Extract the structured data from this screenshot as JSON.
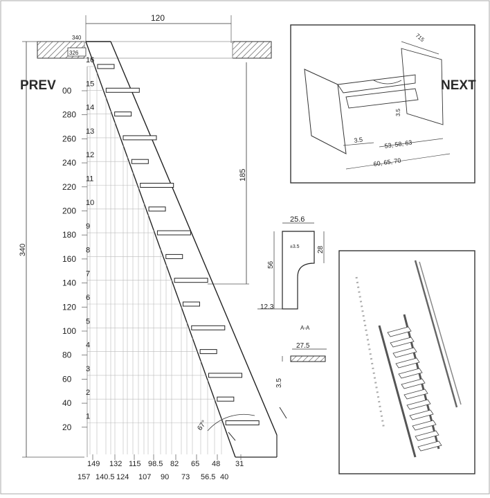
{
  "nav": {
    "prev": "PREV",
    "next": "NEXT"
  },
  "main": {
    "top_width": "120",
    "corner_top": "340",
    "corner_box": "326",
    "side_height": "340",
    "right_height": "185",
    "angle": "67°",
    "left_scale": [
      "00",
      "280",
      "260",
      "240",
      "220",
      "200",
      "180",
      "160",
      "140",
      "120",
      "100",
      "80",
      "60",
      "40",
      "20"
    ],
    "step_numbers": [
      "16",
      "15",
      "14",
      "13",
      "12",
      "11",
      "10",
      "9",
      "8",
      "7",
      "6",
      "5",
      "4",
      "3",
      "2",
      "1"
    ],
    "bottom_row1": [
      "149",
      "132",
      "115",
      "98.5",
      "82",
      "65",
      "48",
      "31"
    ],
    "bottom_row2": [
      "157",
      "140.5",
      "124",
      "107",
      "90",
      "73",
      "56.5",
      "40"
    ]
  },
  "profile": {
    "width": "25.6",
    "notch": "28",
    "height": "56",
    "inner": "±3.5",
    "base": "12.3"
  },
  "section": {
    "title": "A-A",
    "width": "27.5",
    "thickness": "3.5"
  },
  "detail": {
    "dim_top": "715",
    "dim_a": "3.5",
    "dim_b": "53, 58, 63",
    "dim_c": "60, 65, 70",
    "dim_v": "3.5"
  }
}
